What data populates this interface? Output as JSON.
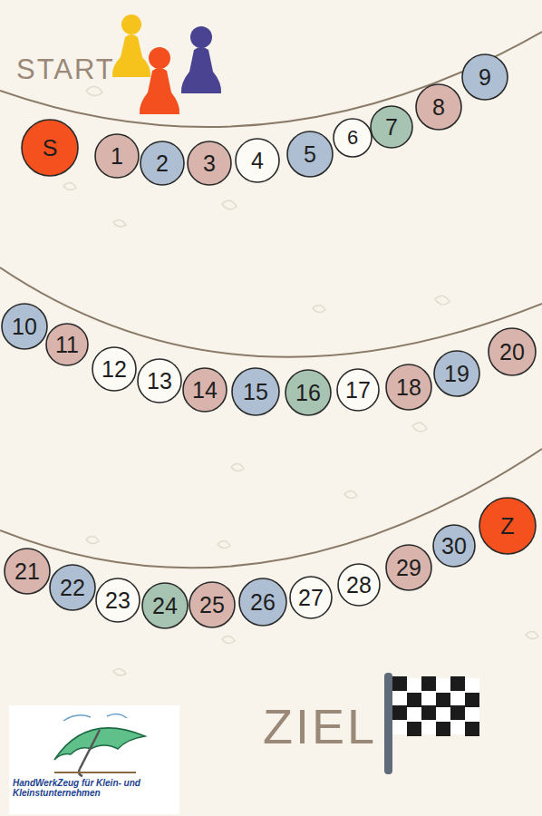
{
  "diagram": {
    "nodes": [
      {
        "text": [
          "S"
        ]
      },
      {
        "text": [
          "1"
        ]
      },
      {
        "text": [
          "2"
        ]
      },
      {
        "text": [
          "3"
        ]
      },
      {
        "text": [
          "4"
        ]
      },
      {
        "text": [
          "5"
        ]
      },
      {
        "text": [
          "6"
        ]
      },
      {
        "text": [
          "7"
        ]
      },
      {
        "text": [
          "8"
        ]
      },
      {
        "text": [
          "9"
        ]
      },
      {
        "text": [
          "10"
        ]
      },
      {
        "text": [
          "11"
        ]
      },
      {
        "text": [
          "12"
        ]
      },
      {
        "text": [
          "13"
        ]
      },
      {
        "text": [
          "14"
        ]
      },
      {
        "text": [
          "15"
        ]
      },
      {
        "text": [
          "16"
        ]
      },
      {
        "text": [
          "17"
        ]
      },
      {
        "text": [
          "18"
        ]
      },
      {
        "text": [
          "19"
        ]
      },
      {
        "text": [
          "20"
        ]
      },
      {
        "text": [
          "21"
        ]
      },
      {
        "text": [
          "22"
        ]
      },
      {
        "text": [
          "23"
        ]
      },
      {
        "text": [
          "24"
        ]
      },
      {
        "text": [
          "25"
        ]
      },
      {
        "text": [
          "26"
        ]
      },
      {
        "text": [
          "27"
        ]
      },
      {
        "text": [
          "28"
        ]
      },
      {
        "text": [
          "29"
        ]
      },
      {
        "text": [
          "30"
        ]
      },
      {
        "text": [
          "Z"
        ]
      }
    ],
    "labels": [
      "START",
      "ZIEL",
      "HandWerkZeug für Klein- und Kleinstunternehmen"
    ]
  }
}
